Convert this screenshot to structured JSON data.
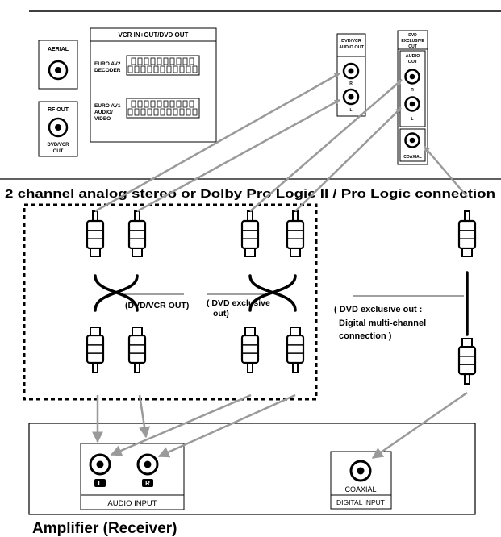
{
  "top_panel": {
    "aerial_label": "AERIAL",
    "rf_out_label": "RF OUT",
    "rf_out_sub": [
      "DVD/VCR",
      "OUT"
    ],
    "scart_title": "VCR IN+OUT/DVD OUT",
    "euro_av2": [
      "EURO AV2",
      "DECODER"
    ],
    "euro_av1": [
      "EURO AV1",
      "AUDIO/",
      "VIDEO"
    ],
    "dvdvcr_audio_out": [
      "DVD/VCR",
      "AUDIO OUT"
    ],
    "dvd_exclusive": [
      "DVD",
      "EXCLUSIVE",
      "OUT"
    ],
    "audio_out": [
      "AUDIO",
      "OUT"
    ],
    "right_label": "R",
    "left_label": "L",
    "coaxial_label": "COAXIAL"
  },
  "heading": "2 channel analog stereo or Dolby Pro Logic II / Pro Logic connection",
  "cables": {
    "dvdvcr_out": "(DVD/VCR OUT)",
    "dvd_exclusive_out": [
      "( DVD exclusive",
      "out)"
    ],
    "digital_note": [
      "( DVD exclusive out :",
      "Digital multi-channel",
      "connection )"
    ]
  },
  "amplifier": {
    "left_badge": "L",
    "right_badge": "R",
    "audio_input": "AUDIO INPUT",
    "coaxial": "COAXIAL",
    "digital_input": "DIGITAL INPUT",
    "title": "Amplifier (Receiver)"
  },
  "colors": {
    "ink": "#000000",
    "arrow_gray": "#9a9a9a",
    "background": "#ffffff"
  }
}
